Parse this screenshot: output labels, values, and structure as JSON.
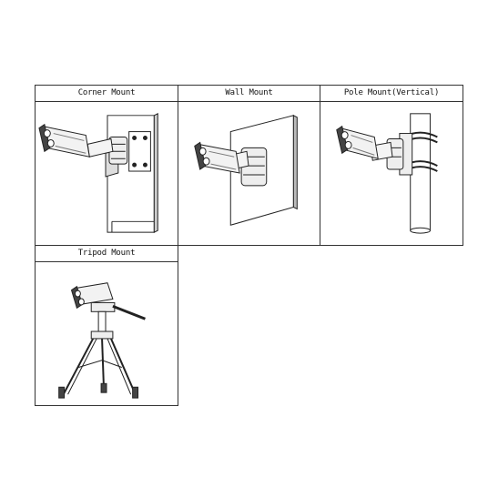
{
  "mounts": [
    {
      "title": "Corner Mount",
      "icon": "corner-mount-illustration"
    },
    {
      "title": "Wall Mount",
      "icon": "wall-mount-illustration"
    },
    {
      "title": "Pole Mount(Vertical)",
      "icon": "pole-mount-illustration"
    },
    {
      "title": "Tripod Mount",
      "icon": "tripod-mount-illustration"
    }
  ]
}
